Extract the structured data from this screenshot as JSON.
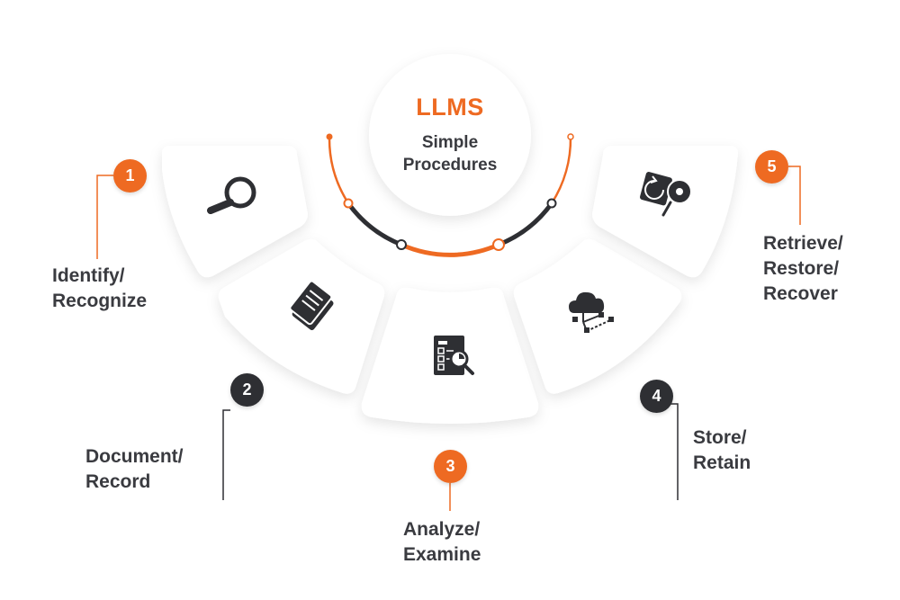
{
  "center": {
    "title": "LLMS",
    "subtitle_line1": "Simple",
    "subtitle_line2": "Procedures"
  },
  "colors": {
    "accent": "#ee6a22",
    "dark": "#2e2f33",
    "text": "#3a3b40",
    "card": "#ffffff"
  },
  "steps": [
    {
      "number": "1",
      "line1": "Identify/",
      "line2": "Recognize",
      "icon": "magnifier-icon",
      "color": "orange"
    },
    {
      "number": "2",
      "line1": "Document/",
      "line2": "Record",
      "icon": "documents-icon",
      "color": "dark"
    },
    {
      "number": "3",
      "line1": "Analyze/",
      "line2": "Examine",
      "icon": "report-analysis-icon",
      "color": "orange"
    },
    {
      "number": "4",
      "line1": "Store/",
      "line2": "Retain",
      "icon": "cloud-network-icon",
      "color": "dark"
    },
    {
      "number": "5",
      "line1": "Retrieve/",
      "line2": "Restore/",
      "line3": "Recover",
      "icon": "disk-recovery-icon",
      "color": "orange"
    }
  ]
}
